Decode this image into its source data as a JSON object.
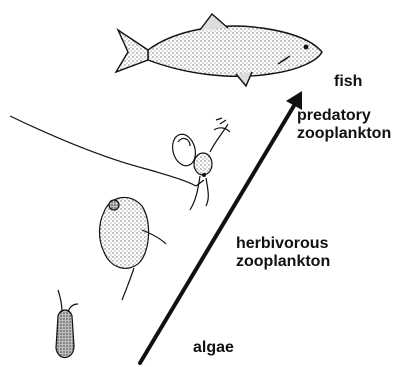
{
  "labels": {
    "fish": "fish",
    "predatory": [
      "predatory",
      "zooplankton"
    ],
    "herbivorous": [
      "herbivorous",
      "zooplankton"
    ],
    "algae": "algae"
  },
  "colors": {
    "ink": "#111111",
    "stipple": "#6f6f6f",
    "background": "#ffffff"
  },
  "icons": [
    "fish-icon",
    "predatory-zooplankton-icon",
    "herbivorous-zooplankton-icon",
    "algae-icon",
    "trophic-arrow"
  ]
}
